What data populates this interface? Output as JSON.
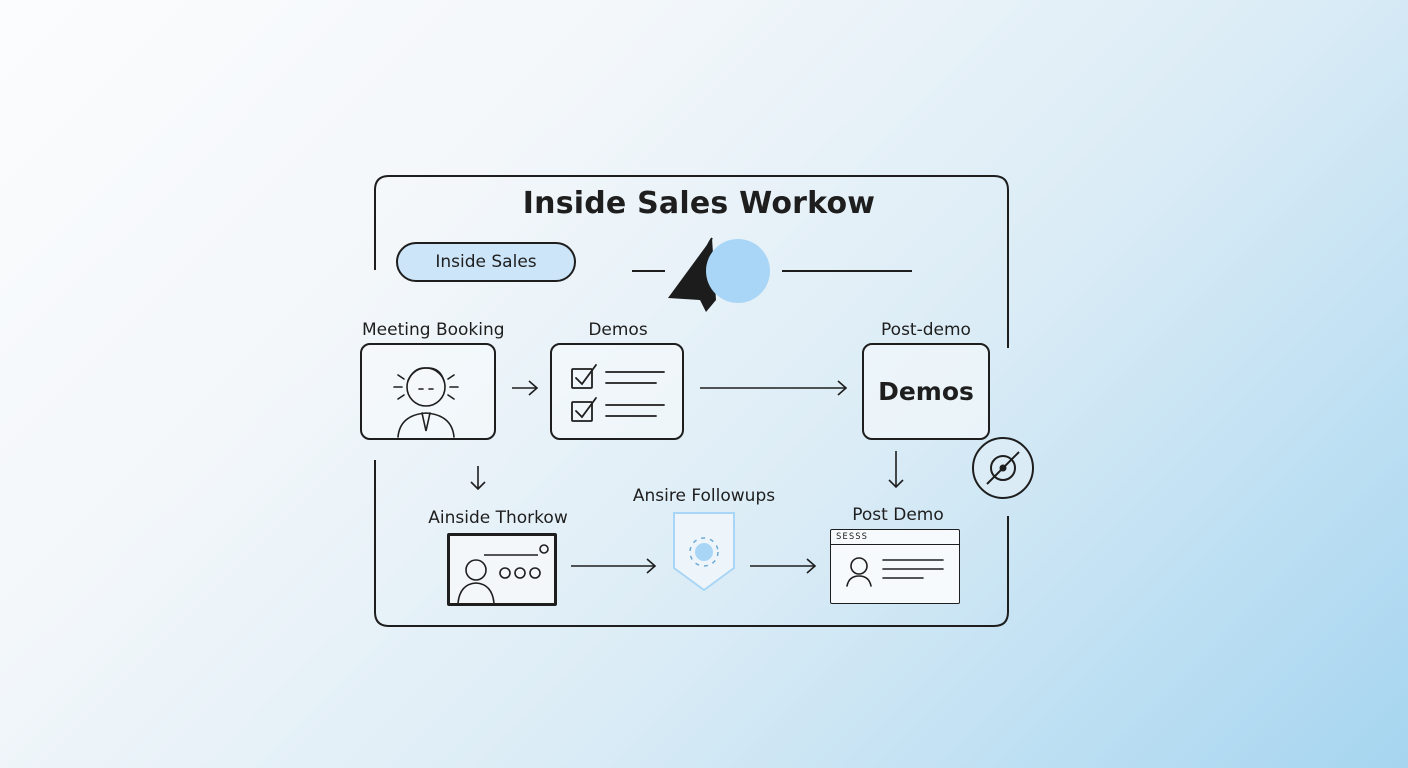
{
  "title": "Inside Sales Workow",
  "pill_label": "Inside Sales",
  "labels": {
    "meeting_booking": "Meeting Booking",
    "demos": "Demos",
    "post_demo_top": "Post-demo",
    "ainside_thorkow": "Ainside Thorkow",
    "ansire_followups": "Ansire Followups",
    "post_demo_bottom": "Post Demo"
  },
  "demos_box_text": "Demos",
  "card_header_text": "SESSS",
  "icons": {
    "person": "person-icon",
    "checklist": "checklist-icon",
    "video_call": "video-call-icon",
    "shield": "shield-icon",
    "profile_card": "profile-card-icon",
    "compass": "compass-icon",
    "logo": "logo-icon"
  },
  "colors": {
    "accent_blue": "#a9d6f6",
    "pill_fill": "#cde5f8",
    "stroke": "#1e1e1e"
  }
}
